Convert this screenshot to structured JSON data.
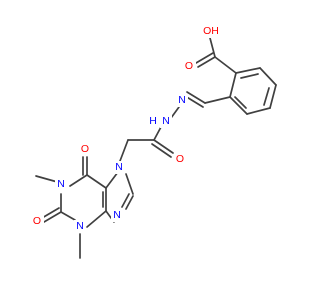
{
  "figure": {
    "type": "chemical-structure",
    "colors": {
      "bond": "#404040",
      "oxygen": "#ff0000",
      "nitrogen": "#0000ff",
      "carbon_label": "#404040",
      "background": "#ffffff"
    }
  },
  "atoms": {
    "carboxyl_oh": "OH",
    "carboxyl_o": "O",
    "imine_n": "N",
    "hydrazide_nh": "N",
    "hydrazide_h": "H",
    "amide_o": "O",
    "purine_n7": "N",
    "purine_c6_o": "O",
    "purine_n1": "N",
    "purine_c2_o": "O",
    "purine_n3": "N",
    "purine_n9": "N"
  }
}
